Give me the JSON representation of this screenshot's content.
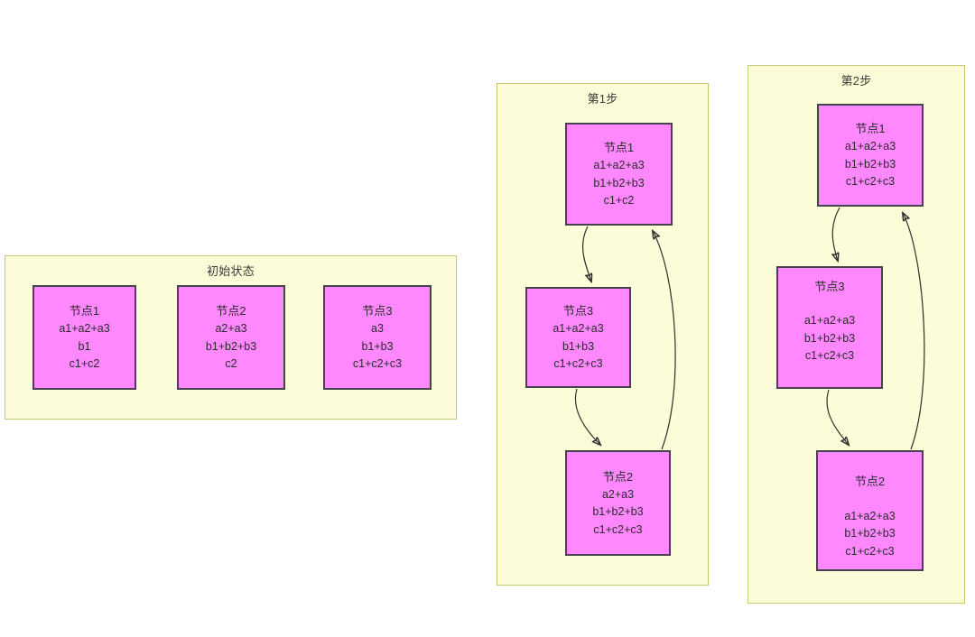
{
  "diagram": {
    "type": "state-transition-diagram",
    "title_implicit": "",
    "colors": {
      "group_fill": "#fcfcd8",
      "group_border": "#c8c86e",
      "node_fill": "#ff88ff",
      "node_border": "#46424d",
      "edge_stroke": "#30302e",
      "text": "#2b2b2b",
      "page_background": "#ffffff"
    },
    "groups": [
      {
        "id": "initial",
        "label": "初始状态",
        "nodes": [
          {
            "id": "g1-n1",
            "title": "节点1",
            "lines": [
              "a1+a2+a3",
              "b1",
              "c1+c2"
            ]
          },
          {
            "id": "g1-n2",
            "title": "节点2",
            "lines": [
              "a2+a3",
              "b1+b2+b3",
              "c2"
            ]
          },
          {
            "id": "g1-n3",
            "title": "节点3",
            "lines": [
              "a3",
              "b1+b3",
              "c1+c2+c3"
            ]
          }
        ],
        "edges": []
      },
      {
        "id": "step1",
        "label": "第1步",
        "nodes": [
          {
            "id": "g2-n1",
            "title": "节点1",
            "lines": [
              "a1+a2+a3",
              "b1+b2+b3",
              "c1+c2"
            ]
          },
          {
            "id": "g2-n3",
            "title": "节点3",
            "lines": [
              "a1+a2+a3",
              "b1+b3",
              "c1+c2+c3"
            ]
          },
          {
            "id": "g2-n2",
            "title": "节点2",
            "lines": [
              "a2+a3",
              "b1+b2+b3",
              "c1+c2+c3"
            ]
          }
        ],
        "edges": [
          {
            "from": "节点1",
            "to": "节点3",
            "label": ""
          },
          {
            "from": "节点3",
            "to": "节点2",
            "label": ""
          },
          {
            "from": "节点2",
            "to": "节点1",
            "label": ""
          }
        ]
      },
      {
        "id": "step2",
        "label": "第2步",
        "nodes": [
          {
            "id": "g3-n1",
            "title": "节点1",
            "lines": [
              "a1+a2+a3",
              "b1+b2+b3",
              "c1+c2+c3"
            ]
          },
          {
            "id": "g3-n3",
            "title": "节点3",
            "lines": [
              "a1+a2+a3",
              "b1+b2+b3",
              "c1+c2+c3"
            ]
          },
          {
            "id": "g3-n2",
            "title": "节点2",
            "lines": [
              "a1+a2+a3",
              "b1+b2+b3",
              "c1+c2+c3"
            ]
          }
        ],
        "edges": [
          {
            "from": "节点1",
            "to": "节点3",
            "label": ""
          },
          {
            "from": "节点3",
            "to": "节点2",
            "label": ""
          },
          {
            "from": "节点2",
            "to": "节点1",
            "label": ""
          }
        ]
      }
    ]
  }
}
